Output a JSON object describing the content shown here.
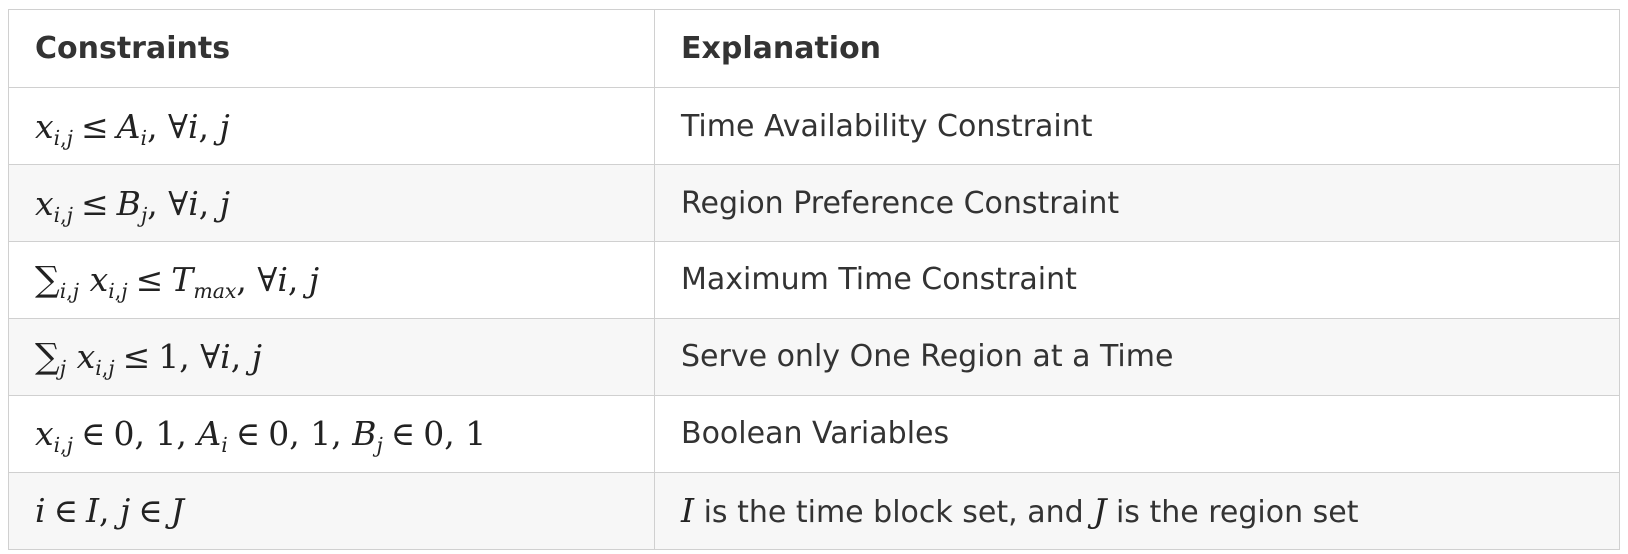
{
  "table": {
    "headers": {
      "constraints": "Constraints",
      "explanation": "Explanation"
    },
    "rows": [
      {
        "constraint": "x_{i,j} ≤ A_i, ∀i, j",
        "explanation": "Time Availability Constraint"
      },
      {
        "constraint": "x_{i,j} ≤ B_j, ∀i, j",
        "explanation": "Region Preference Constraint"
      },
      {
        "constraint": "∑_{i,j} x_{i,j} ≤ T_{max}, ∀i, j",
        "explanation": "Maximum Time Constraint"
      },
      {
        "constraint": "∑_j x_{i,j} ≤ 1, ∀i, j",
        "explanation": "Serve only One Region at a Time"
      },
      {
        "constraint": "x_{i,j} ∈ 0, 1, A_i ∈ 0, 1, B_j ∈ 0, 1",
        "explanation": "Boolean Variables"
      },
      {
        "constraint": "i ∈ I, j ∈ J",
        "explanation": {
          "var_i": "I",
          "text_1": " is the time block set, and ",
          "var_j": "J",
          "text_2": " is the region set"
        }
      }
    ]
  }
}
